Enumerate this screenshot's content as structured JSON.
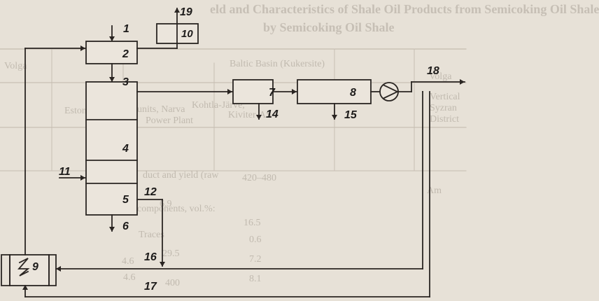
{
  "background_text": {
    "title_line_1": "eld and Characteristics of Shale Oil Products from Semicoking Oil Shale",
    "title_line_2": "by Semicoking Oil Shale",
    "header_left": "Volga",
    "header_mid": "Baltic Basin (Kukersite)",
    "header_right": "Volga",
    "subheader_1": "Kohtla-Järve,",
    "subheader_2": "Kiviter-AS",
    "subheader_3": "units, Narva",
    "subheader_4": "Estonian",
    "subheader_5": "Power Plant",
    "subheader_6": "Vertical",
    "subheader_7": "Syzran",
    "subheader_8": "District",
    "row_1": "duct and yield (raw",
    "row_2": "components, vol.%:",
    "row_3": "Traces",
    "row_4": "16.5",
    "row_5": "0.6",
    "row_6": "7.2",
    "row_7": "8.1",
    "row_8": "420–480",
    "row_9": "29.5",
    "row_10": "6.9",
    "row_11": "4.6",
    "row_12": "4.6",
    "row_13": "400",
    "row_14": "Am"
  },
  "diagram": {
    "labels": {
      "n1": "1",
      "n2": "2",
      "n3": "3",
      "n4": "4",
      "n5": "5",
      "n6": "6",
      "n7": "7",
      "n8": "8",
      "n9": "9",
      "n10": "10",
      "n11": "11",
      "n12": "12",
      "n14": "14",
      "n15": "15",
      "n16": "16",
      "n17": "17",
      "n18": "18",
      "n19": "19"
    }
  }
}
